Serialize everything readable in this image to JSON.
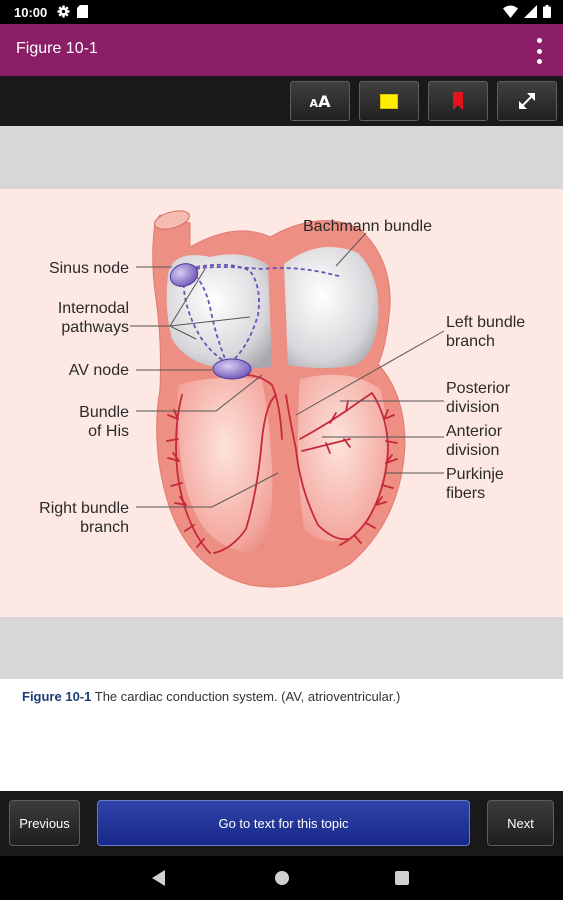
{
  "status": {
    "time": "10:00"
  },
  "app_bar": {
    "title": "Figure 10-1"
  },
  "toolbar": {
    "font_size_small": "A",
    "font_size_large": "A"
  },
  "figure": {
    "labels": {
      "bachmann": "Bachmann bundle",
      "sinus": "Sinus node",
      "internodal_1": "Internodal",
      "internodal_2": "pathways",
      "av_node": "AV node",
      "bundle_his_1": "Bundle",
      "bundle_his_2": "of His",
      "right_bundle_1": "Right bundle",
      "right_bundle_2": "branch",
      "left_bundle_1": "Left bundle",
      "left_bundle_2": "branch",
      "posterior_1": "Posterior",
      "posterior_2": "division",
      "anterior_1": "Anterior",
      "anterior_2": "division",
      "purkinje_1": "Purkinje",
      "purkinje_2": "fibers"
    }
  },
  "caption": {
    "label": "Figure 10-1",
    "text": "The cardiac conduction system. (AV, atrioventricular.)"
  },
  "bottom_nav": {
    "previous": "Previous",
    "goto_text": "Go to text for this topic",
    "next": "Next"
  },
  "colors": {
    "app_bar": "#8b1f67",
    "heart_tissue": "#ee8f84",
    "node": "#7a63c0",
    "conduction_line": "#c62a3a",
    "goto_button": "#21329a"
  }
}
